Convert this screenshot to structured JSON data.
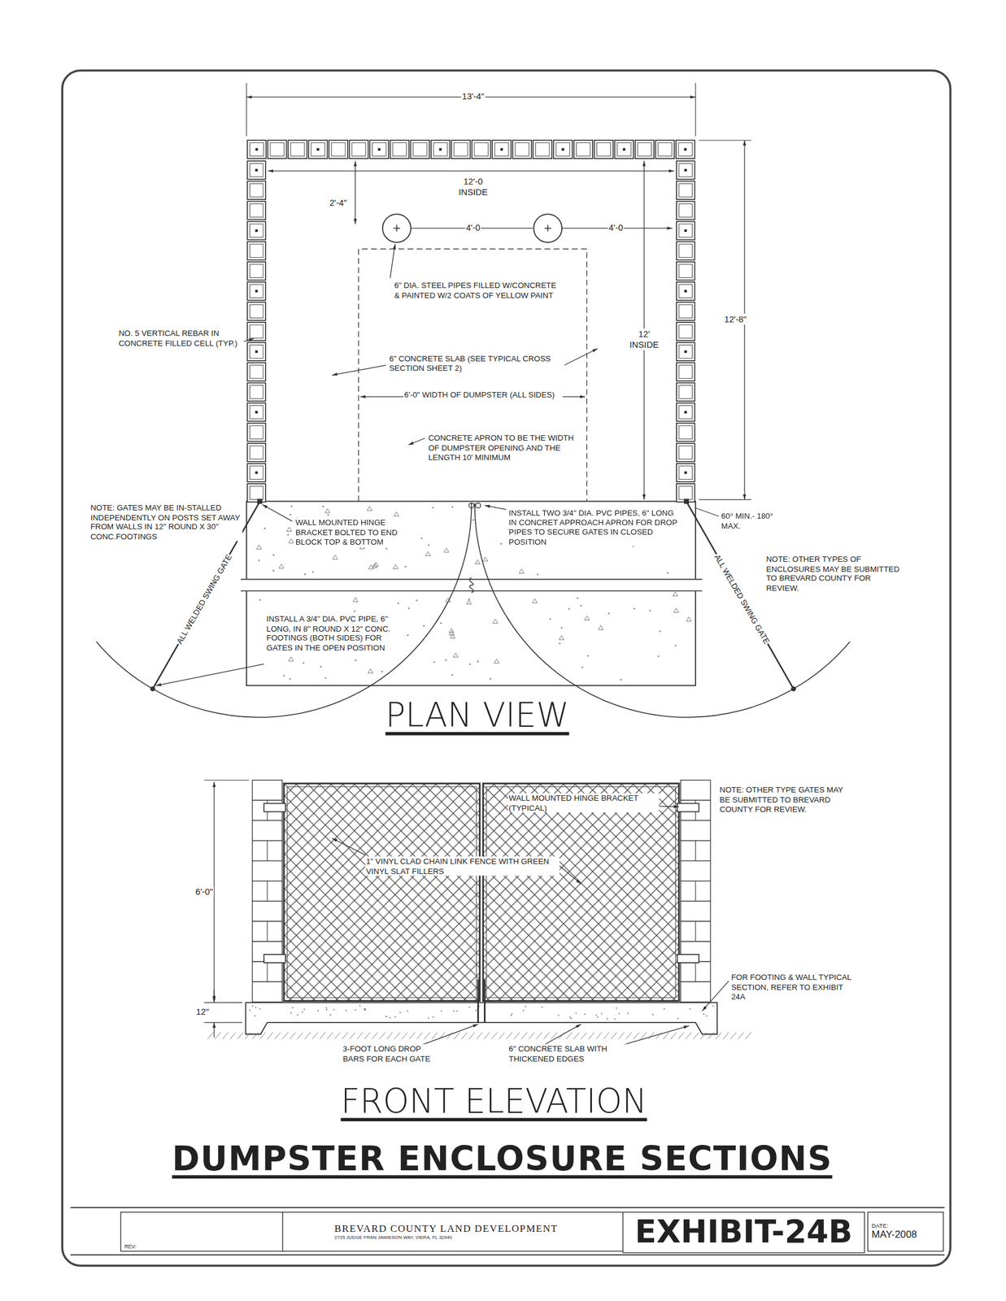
{
  "diagram": {
    "title": "DUMPSTER ENCLOSURE SECTIONS",
    "nodes": [
      {
        "text": [
          "REV:"
        ]
      },
      {
        "text": [
          "BREVARD COUNTY LAND DEVELOPMENT",
          "2725 JUDGE FRAN JAMIESON WAY, VIERA, FL 32940"
        ]
      },
      {
        "text": [
          "EXHIBIT-24B"
        ]
      },
      {
        "text": [
          "DATE:",
          "MAY-2008"
        ]
      }
    ],
    "labels": [
      "13'-4\"",
      "12'-0 INSIDE",
      "2'-4\"",
      "4'-0",
      "4'-0",
      "12'-8\"",
      "6\" DIA. STEEL PIPES FILLED W/CONCRETE & PAINTED W/2 COATS OF YELLOW PAINT",
      "NO. 5 VERTICAL REBAR IN CONCRETE FILLED CELL (TYP.)",
      "12' INSIDE",
      "6\" CONCRETE SLAB (SEE TYPICAL CROSS SECTION SHEET 2)",
      "6'-0\" WIDTH OF DUMPSTER (ALL SIDES)",
      "CONCRETE APRON TO BE THE WIDTH OF DUMPSTER OPENING AND THE LENGTH 10' MINIMUM",
      "NOTE: GATES MAY BE IN-STALLED INDEPENDENTLY ON POSTS SET AWAY FROM WALLS IN 12\" ROUND X 30\" CONC.FOOTINGS",
      "WALL MOUNTED HINGE BRACKET BOLTED TO END BLOCK TOP & BOTTOM",
      "INSTALL TWO 3/4\" DIA. PVC PIPES, 6\" LONG IN CONCRET APPROACH APRON FOR DROP PIPES TO SECURE GATES IN CLOSED POSITION",
      "60° MIN.- 180° MAX.",
      "NOTE: OTHER TYPES OF ENCLOSURES MAY BE SUBMITTED TO BREVARD COUNTY FOR REVIEW.",
      "ALL WELDED SWING GATE",
      "ALL WELDED SWING GATE",
      "INSTALL A 3/4\" DIA. PVC PIPE, 6\" LONG, IN 8\" ROUND X 12\" CONC. FOOTINGS (BOTH SIDES) FOR GATES IN THE OPEN POSITION",
      "PLAN VIEW",
      "6'-0\"",
      "WALL MOUNTED HINGE BRACKET (TYPICAL)",
      "1\" VINYL CLAD CHAIN LINK FENCE WITH GREEN VINYL SLAT FILLERS",
      "NOTE: OTHER TYPE GATES MAY BE SUBMITTED TO BREVARD COUNTY FOR REVIEW.",
      "FOR FOOTING & WALL TYPICAL SECTION, REFER TO EXHIBIT 24A",
      "12\"",
      "3-FOOT LONG DROP BARS FOR EACH GATE",
      "6\" CONCRETE SLAB WITH THICKENED EDGES",
      "FRONT ELEVATION"
    ]
  }
}
